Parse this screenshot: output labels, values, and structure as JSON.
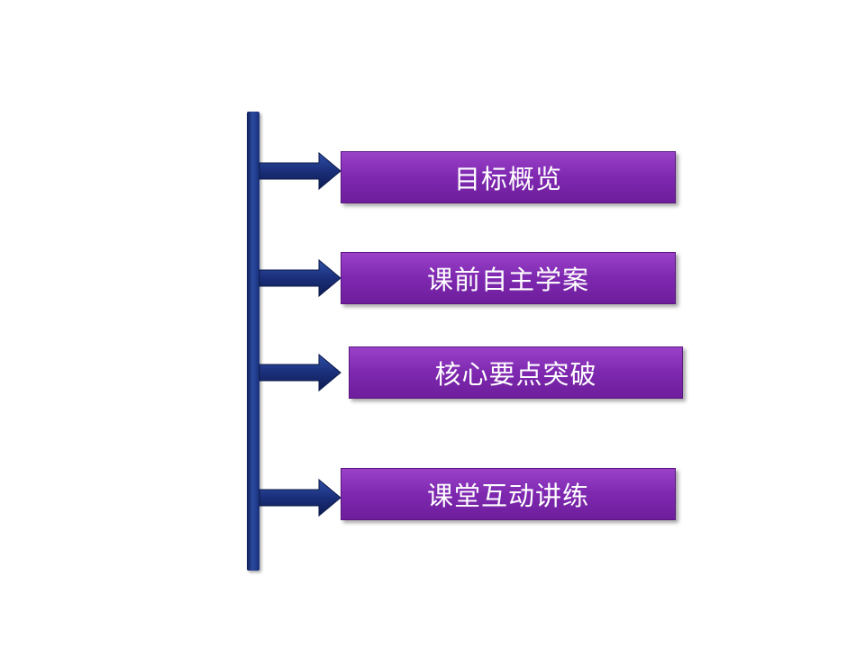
{
  "items": [
    {
      "label": "目标概览"
    },
    {
      "label": "课前自主学案"
    },
    {
      "label": "核心要点突破"
    },
    {
      "label": "课堂互动讲练"
    }
  ],
  "colors": {
    "box": "#7e28b0",
    "connector": "#1a2f7a"
  }
}
